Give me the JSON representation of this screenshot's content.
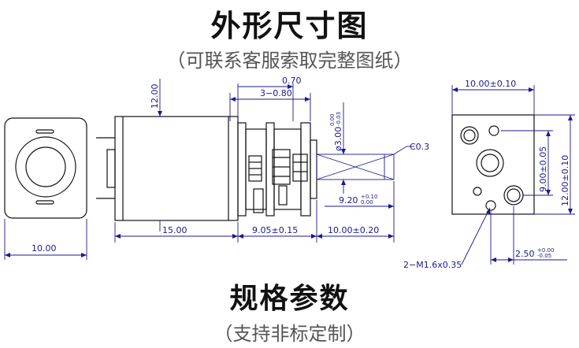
{
  "header": {
    "title": "外形尺寸图",
    "subtitle": "（可联系客服索取完整图纸）"
  },
  "specs": {
    "title": "规格参数",
    "subtitle": "（支持非标定制）"
  },
  "dims": {
    "front_width": "10.00",
    "motor_height": "12.00",
    "motor_length": "15.00",
    "gearbox_length": "9.05±0.15",
    "shaft_length": "10.00±0.20",
    "offset_070": "0.70",
    "offset_3_080": "3−0.80",
    "shaft_dia": "ø3.00",
    "shaft_dia_tol_top": "0.00",
    "shaft_dia_tol_bot": "-0.03",
    "chamfer": "C0.3",
    "flat_920": "9.20",
    "flat_920_tol_top": "+0.10",
    "flat_920_tol_bot": "0.00",
    "side_width": "10.00±0.10",
    "side_900": "9.00±0.05",
    "side_1200": "12.00±0.10",
    "screw": "2−M1.6x0.35",
    "side_250": "2.50",
    "side_250_tol_top": "+0.00",
    "side_250_tol_bot": "-0.05"
  }
}
